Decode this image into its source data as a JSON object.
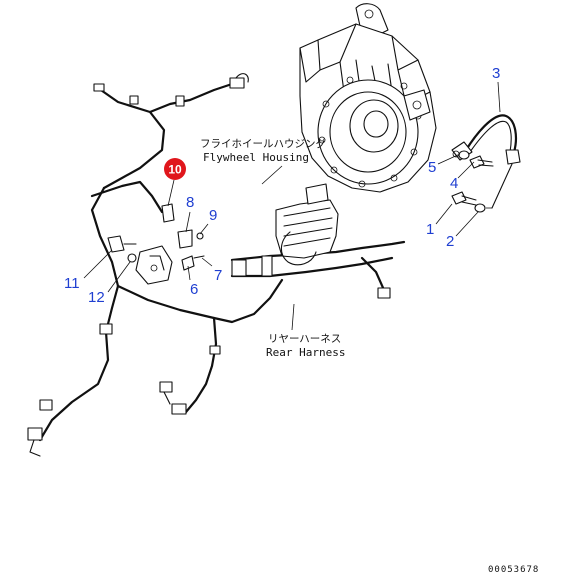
{
  "labels": {
    "flywheel_housing_jp": "フライホイールハウジング",
    "flywheel_housing_en": "Flywheel Housing",
    "rear_harness_jp": "リヤーハーネス",
    "rear_harness_en": "Rear Harness"
  },
  "callouts": {
    "c1": "1",
    "c2": "2",
    "c3": "3",
    "c4": "4",
    "c5": "5",
    "c6": "6",
    "c7": "7",
    "c8": "8",
    "c9": "9",
    "c10": "10",
    "c11": "11",
    "c12": "12"
  },
  "highlighted_part": "10",
  "document_number": "00053678",
  "colors": {
    "callout": "#1f3fd1",
    "highlight": "#e0161c",
    "line": "#111111"
  }
}
